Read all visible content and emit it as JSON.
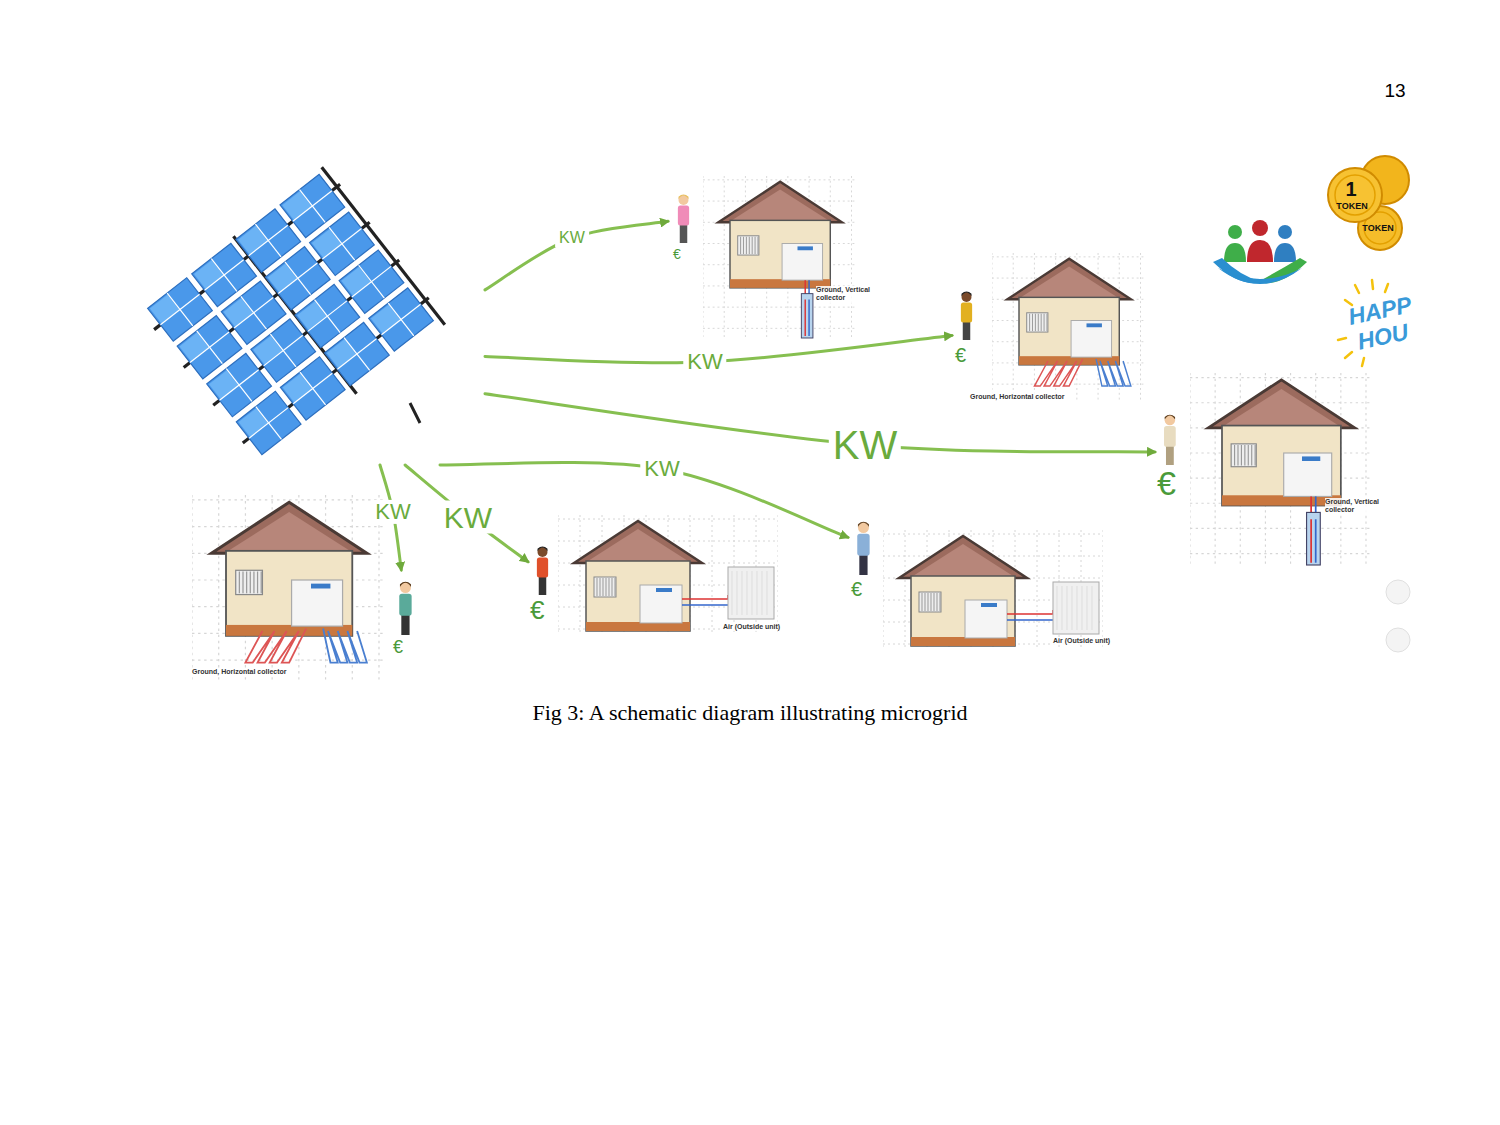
{
  "diagram": {
    "caption": "Fig 3: A schematic diagram illustrating microgrid",
    "nodes": [
      {
        "text": []
      },
      {
        "text": [
          "€",
          "Ground, Vertical collector"
        ]
      },
      {
        "text": [
          "€",
          "Ground, Horizontal collector"
        ]
      },
      {
        "text": [
          "€",
          "Ground, Vertical collector"
        ]
      },
      {
        "text": [
          "€",
          "Ground, Horizontal collector"
        ]
      },
      {
        "text": [
          "€",
          "Air (Outside unit)"
        ]
      },
      {
        "text": [
          "€",
          "Air (Outside unit)"
        ]
      }
    ],
    "edges": [
      {
        "from": 0,
        "to": 1,
        "arrow": "to",
        "label": "KW"
      },
      {
        "from": 0,
        "to": 2,
        "arrow": "to",
        "label": "KW"
      },
      {
        "from": 0,
        "to": 3,
        "arrow": "to",
        "label": "KW"
      },
      {
        "from": 0,
        "to": 4,
        "arrow": "to",
        "label": "KW"
      },
      {
        "from": 0,
        "to": 5,
        "arrow": "to",
        "label": "KW"
      },
      {
        "from": 0,
        "to": 6,
        "arrow": "to",
        "label": "KW"
      }
    ],
    "labels": [
      "13",
      "1",
      "TOKEN",
      "TOKEN",
      "HAPP",
      "HOU"
    ]
  }
}
